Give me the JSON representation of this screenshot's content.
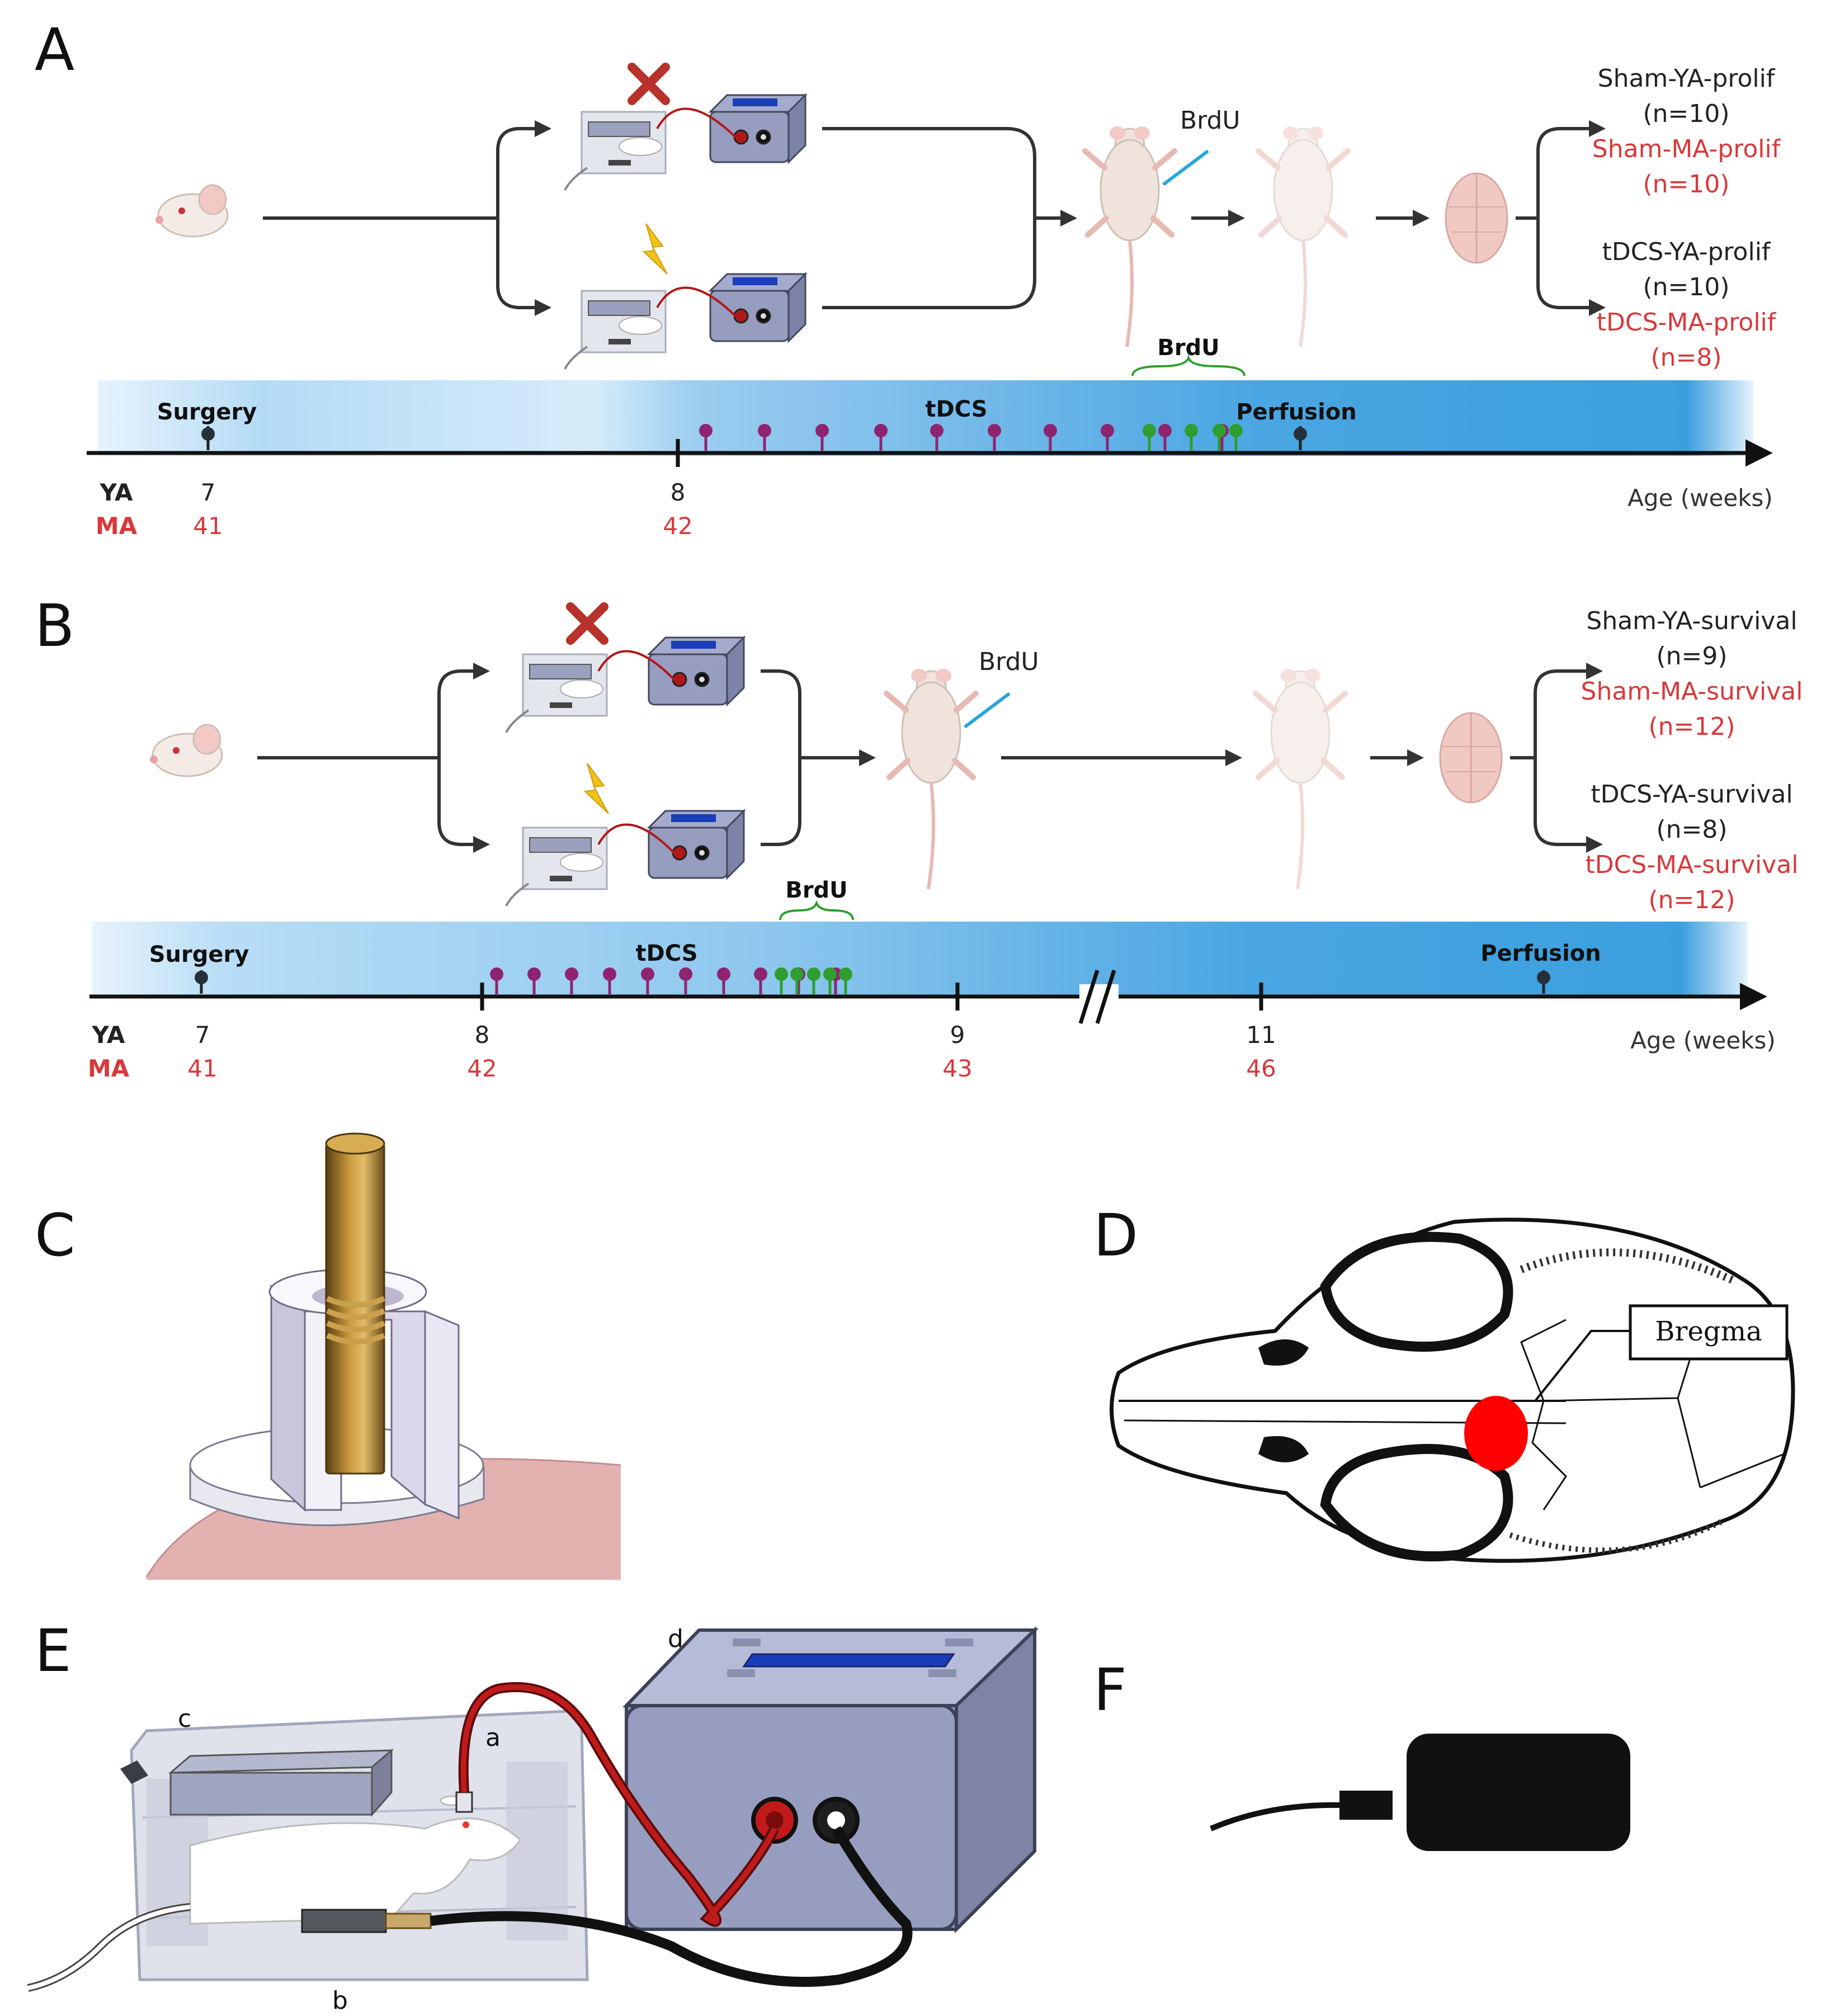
{
  "panels": {
    "a": {
      "letter": "A",
      "injection_label": "BrdU",
      "brdu_window_label": "BrdU",
      "groups": [
        {
          "label": "Sham-YA-prolif",
          "n": "(n=10)"
        },
        {
          "label": "Sham-MA-prolif",
          "n": "(n=10)"
        },
        {
          "label": "tDCS-YA-prolif",
          "n": "(n=10)"
        },
        {
          "label": "tDCS-MA-prolif",
          "n": "(n=8)"
        }
      ],
      "events": {
        "surgery": "Surgery",
        "tdcs": "tDCS",
        "perfusion": "Perfusion"
      },
      "axis": {
        "row_ya": "YA",
        "row_ma": "MA",
        "ya_ticks": [
          "7",
          "8"
        ],
        "ma_ticks": [
          "41",
          "42"
        ],
        "unit": "Age (weeks)"
      }
    },
    "b": {
      "letter": "B",
      "injection_label": "BrdU",
      "brdu_window_label": "BrdU",
      "groups": [
        {
          "label": "Sham-YA-survival",
          "n": "(n=9)"
        },
        {
          "label": "Sham-MA-survival",
          "n": "(n=12)"
        },
        {
          "label": "tDCS-YA-survival",
          "n": "(n=8)"
        },
        {
          "label": "tDCS-MA-survival",
          "n": "(n=12)"
        }
      ],
      "events": {
        "surgery": "Surgery",
        "tdcs": "tDCS",
        "perfusion": "Perfusion"
      },
      "axis": {
        "row_ya": "YA",
        "row_ma": "MA",
        "ya_ticks": [
          "7",
          "8",
          "9",
          "11"
        ],
        "ma_ticks": [
          "41",
          "42",
          "43",
          "46"
        ],
        "unit": "Age (weeks)"
      }
    },
    "c": {
      "letter": "C"
    },
    "d": {
      "letter": "D",
      "callout": "Bregma"
    },
    "e": {
      "letter": "E",
      "part_labels": {
        "a": "a",
        "b": "b",
        "c": "c",
        "d": "d"
      }
    },
    "f": {
      "letter": "F"
    }
  },
  "colors": {
    "ya_text": "#222222",
    "ma_text": "#d9383a",
    "tdcs_session_marker": "#8e2470",
    "brdu_injection_marker": "#2e9e2e",
    "timeline_band": "#3a9fdc",
    "cable_red": "#b01818",
    "stimulator_body": "#9aa1c3",
    "stimulator_screen": "#1a3db8",
    "bregma_target": "#ff0000"
  }
}
